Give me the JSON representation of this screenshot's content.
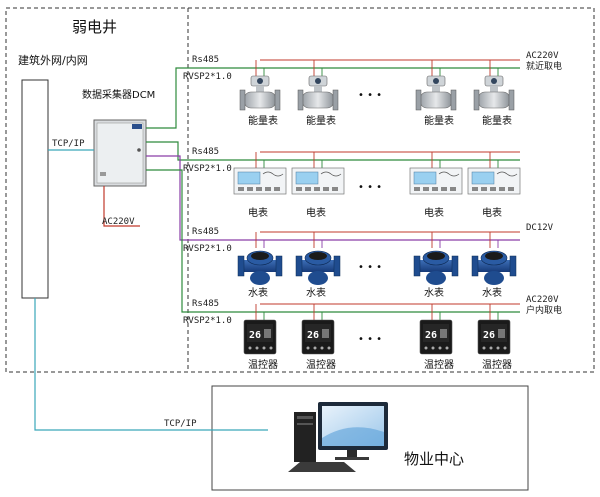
{
  "title": "弱电井",
  "network_label": "建筑外网/内网",
  "collector_label": "数据采集器DCM",
  "collector_power": "AC220V",
  "tcp_top": "TCP/IP",
  "tcp_bottom": "TCP/IP",
  "center_label": "物业中心",
  "dots": "• • •",
  "rows": [
    {
      "bus": "Rs485",
      "cable": "RVSP2*1.0",
      "power": [
        "AC220V",
        "就近取电"
      ],
      "device_label": "能量表",
      "device_type": "flow-meter",
      "line_color": "#2e8b3c"
    },
    {
      "bus": "Rs485",
      "cable": "RVSP2*1.0",
      "power": [],
      "device_label": "电表",
      "device_type": "electric-meter",
      "line_color": "#2e8b3c"
    },
    {
      "bus": "Rs485",
      "cable": "RVSP2*1.0",
      "power": [
        "DC12V"
      ],
      "device_label": "水表",
      "device_type": "water-meter",
      "line_color": "#8a3da8"
    },
    {
      "bus": "Rs485",
      "cable": "RVSP2*1.0",
      "power": [
        "AC220V",
        "户内取电"
      ],
      "device_label": "温控器",
      "device_type": "thermostat",
      "line_color": "#2e8b3c"
    }
  ],
  "colors": {
    "power_line": "#c0392b",
    "network_line": "#3aa6b9",
    "border": "#333333"
  }
}
